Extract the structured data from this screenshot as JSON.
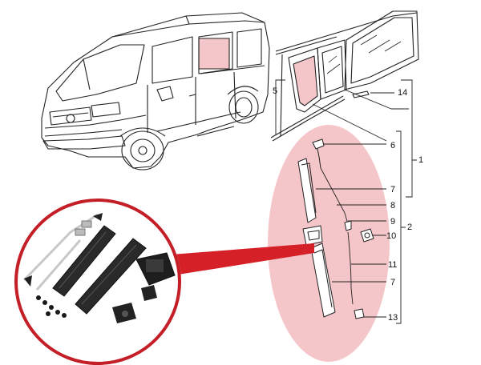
{
  "diagram": {
    "callouts": [
      "1",
      "2",
      "5",
      "6",
      "7",
      "8",
      "9",
      "10",
      "11",
      "7",
      "13",
      "14"
    ],
    "colors": {
      "line": "#222222",
      "highlight_fill": "#f5c6c9",
      "magnifier_ring": "#c41e26",
      "pointer": "#d42026",
      "part_dark": "#2a2a2a",
      "part_light": "#e8e8e8"
    },
    "icons": [
      "van-illustration",
      "sliding-window-frame",
      "window-glass-panel",
      "rail-guide",
      "cable",
      "latch-knob",
      "end-cap",
      "magnifier-photo"
    ]
  }
}
